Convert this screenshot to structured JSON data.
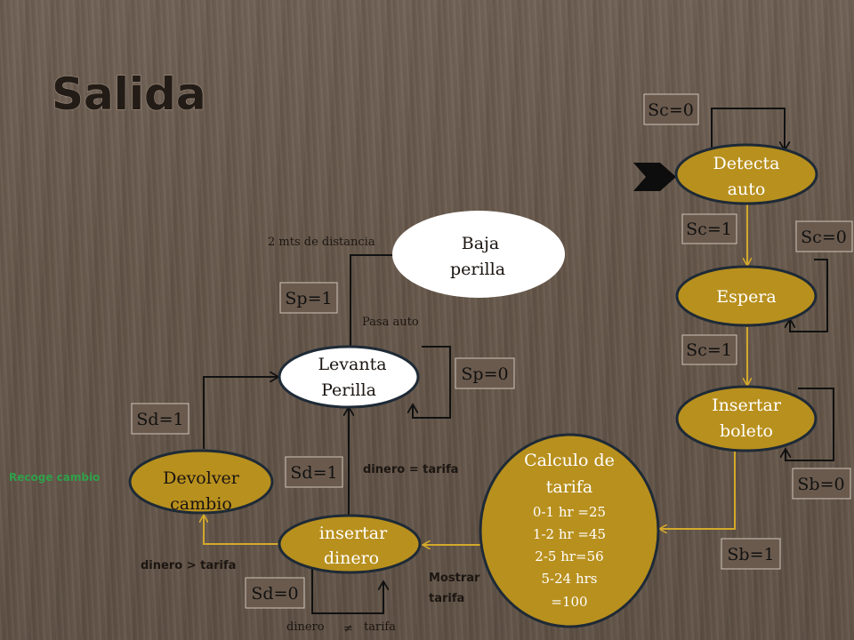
{
  "title": "Salida",
  "states": {
    "detecta": [
      "Detecta",
      "auto"
    ],
    "espera": [
      "Espera"
    ],
    "insertar_boleto": [
      "Insertar",
      "boleto"
    ],
    "calculo": [
      "Calculo de",
      "tarifa"
    ],
    "tarifas": [
      "0-1 hr =25",
      "1-2 hr =45",
      "2-5 hr=56",
      "5-24 hrs",
      "=100"
    ],
    "insertar_dinero": [
      "insertar",
      "dinero"
    ],
    "devolver": [
      "Devolver",
      "cambio"
    ],
    "levanta": [
      "Levanta",
      "Perilla"
    ],
    "baja": [
      "Baja",
      "perilla"
    ]
  },
  "conditions": {
    "sc0_top": "Sc=0",
    "sc1_a": "Sc=1",
    "sc0_right": "Sc=0",
    "sc1_b": "Sc=1",
    "sb0": "Sb=0",
    "sb1": "Sb=1",
    "sd0": "Sd=0",
    "sd1_mid": "Sd=1",
    "sd1_left": "Sd=1",
    "sp1": "Sp=1",
    "sp0": "Sp=0"
  },
  "annotations": {
    "distancia": "2 mts de distancia",
    "pasa_auto": "Pasa auto",
    "dinero_igual": "dinero = tarifa",
    "dinero_mayor": "dinero > tarifa",
    "dinero_distinto_a": "dinero",
    "dinero_distinto_sym": "≠",
    "dinero_distinto_b": "tarifa",
    "mostrar": [
      "Mostrar",
      "tarifa"
    ],
    "recoge": "Recoge cambio"
  },
  "colors": {
    "state_fill": "#b8901e",
    "state_stroke": "#1e2a36",
    "white_fill": "#ffffff",
    "line_yellow": "#d4a92a",
    "line_dark": "#111111",
    "box_fill": "#6a5a4d",
    "box_stroke": "#cfc4b8"
  }
}
